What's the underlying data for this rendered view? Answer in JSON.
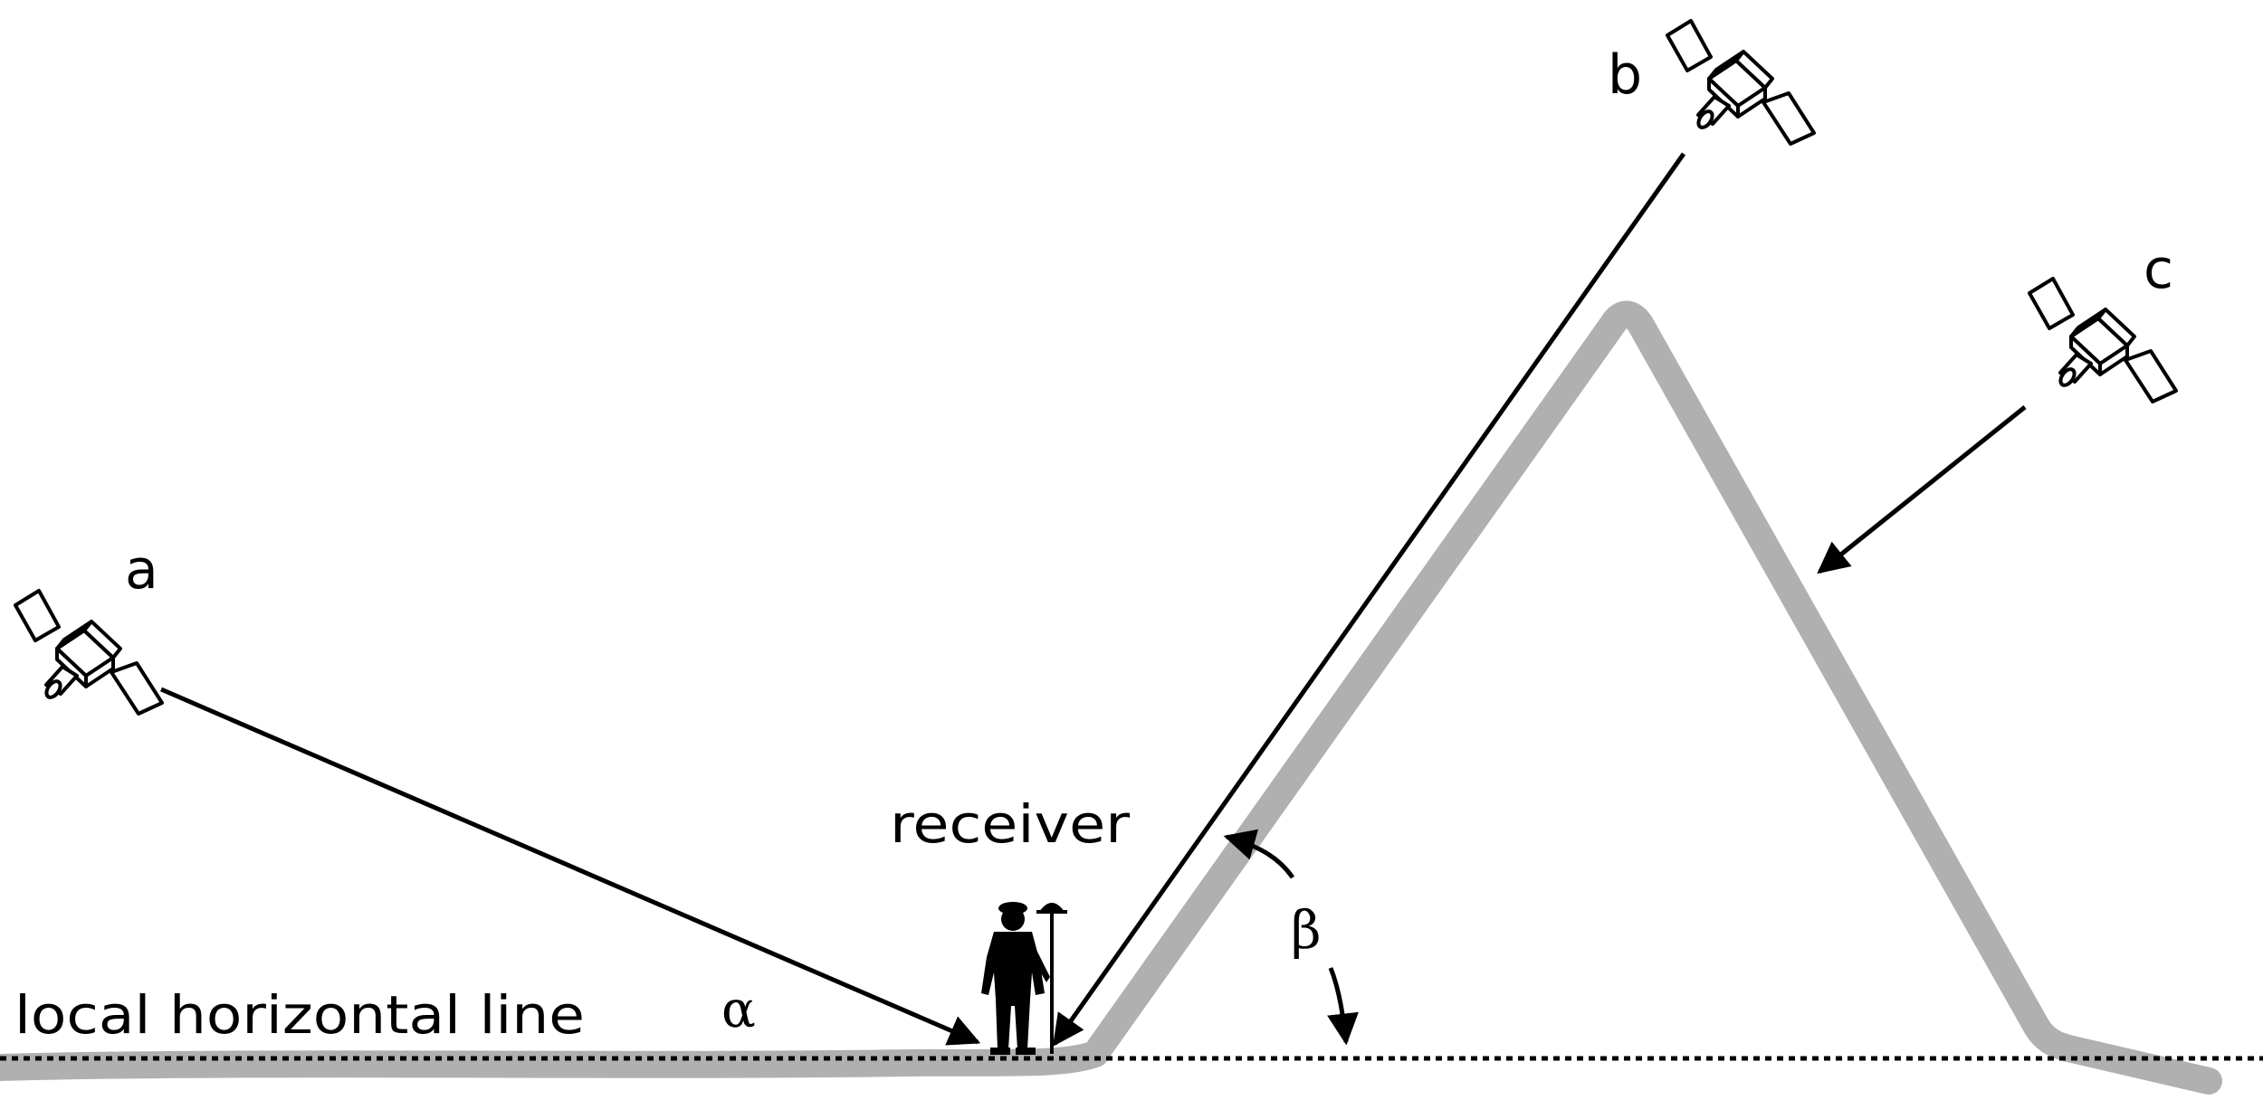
{
  "diagram": {
    "horizon_label": "local horizontal line",
    "receiver_label": "receiver",
    "satellites": [
      {
        "id": "a",
        "label": "a"
      },
      {
        "id": "b",
        "label": "b"
      },
      {
        "id": "c",
        "label": "c"
      }
    ],
    "angles": {
      "alpha": "α",
      "beta": "β"
    },
    "colors": {
      "terrain": "#b0b0b0",
      "ink": "#000000",
      "background": "#ffffff"
    },
    "icons": [
      "satellite-icon",
      "surveyor-icon",
      "gnss-antenna-icon"
    ]
  }
}
